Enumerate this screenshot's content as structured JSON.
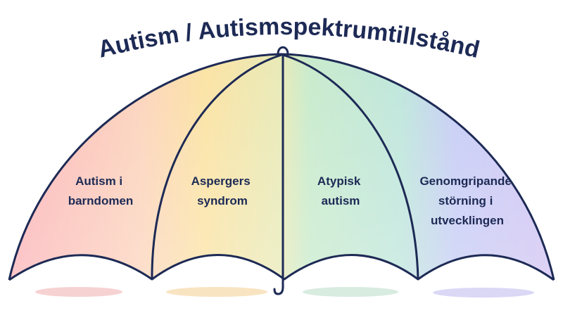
{
  "title": "Autism / Autismspektrumtillstånd",
  "segments": [
    {
      "lines": [
        "Autism i",
        "barndomen"
      ]
    },
    {
      "lines": [
        "Aspergers",
        "syndrom"
      ]
    },
    {
      "lines": [
        "Atypisk",
        "autism"
      ]
    },
    {
      "lines": [
        "Genomgripande",
        "störning i",
        "utvecklingen"
      ]
    }
  ],
  "colors": {
    "outline": "#1d2a55",
    "text": "#1d2a55",
    "segment_1": "#fbb9bd",
    "segment_2": "#fbe09a",
    "segment_3": "#bfe7cf",
    "segment_4": "#cbc4f4",
    "shadow_1": "#f7d2d3",
    "shadow_2": "#f9e4c2",
    "shadow_3": "#d8ece0",
    "shadow_4": "#dad8f5"
  }
}
